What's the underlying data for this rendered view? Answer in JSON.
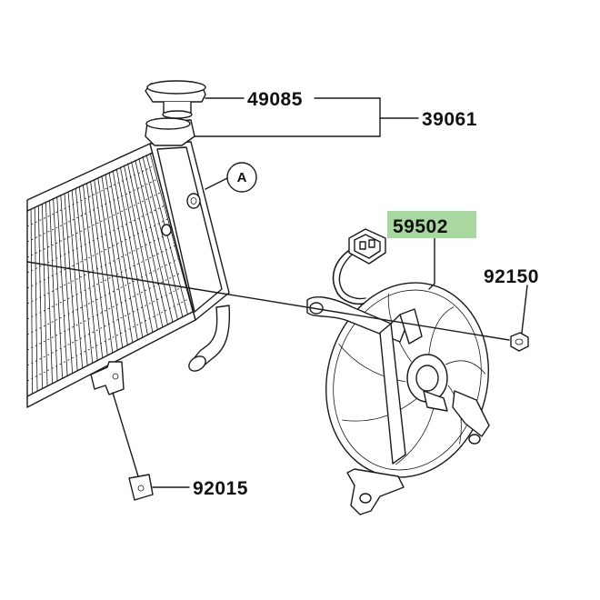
{
  "parts": [
    {
      "id": "p49085",
      "number": "49085",
      "highlighted": false
    },
    {
      "id": "p39061",
      "number": "39061",
      "highlighted": false
    },
    {
      "id": "p59502",
      "number": "59502",
      "highlighted": true
    },
    {
      "id": "p92150",
      "number": "92150",
      "highlighted": false
    },
    {
      "id": "p92015",
      "number": "92015",
      "highlighted": false
    }
  ],
  "callout": {
    "letter": "A"
  },
  "colors": {
    "highlight": "#a8d8a0",
    "line": "#1a1a1a",
    "background": "#ffffff"
  }
}
